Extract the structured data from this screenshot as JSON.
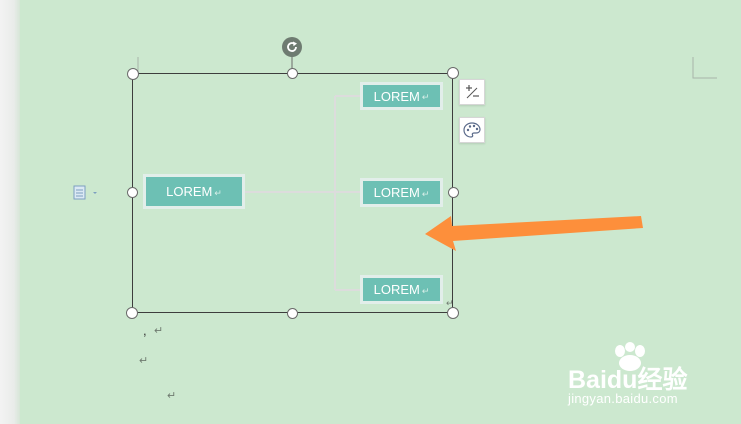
{
  "document": {
    "background_color": "#cce8cf",
    "paragraph_mark": "↵",
    "comma_text": ","
  },
  "org_chart": {
    "root": {
      "label": "LOREM"
    },
    "children": [
      {
        "label": "LOREM"
      },
      {
        "label": "LOREM"
      },
      {
        "label": "LOREM"
      }
    ],
    "box_color": "#6dc0b4",
    "connector_color": "#dcdcdc"
  },
  "selection": {
    "rotate_icon": "rotate-icon",
    "border_color": "#3d3d3d"
  },
  "side_toolbar": {
    "add_remove_icon": "add-remove-icon",
    "style_icon": "palette-icon"
  },
  "annotation": {
    "arrow_color": "#fd8f3b"
  },
  "watermark": {
    "brand": "Baidu经验",
    "url": "jingyan.baidu.com"
  }
}
